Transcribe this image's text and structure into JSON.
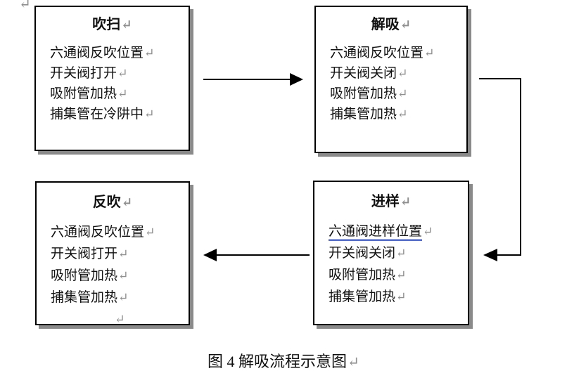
{
  "page": {
    "caption": "图 4 解吸流程示意图",
    "return_mark": "↵"
  },
  "boxes": [
    {
      "id": "purge",
      "title": "吹扫",
      "lines": [
        "六通阀反吹位置",
        "开关阀打开",
        "吸附管加热",
        "捕集管在冷阱中"
      ]
    },
    {
      "id": "desorption",
      "title": "解吸",
      "lines": [
        "六通阀反吹位置",
        "开关阀关闭",
        "吸附管加热",
        "捕集管加热"
      ]
    },
    {
      "id": "backflush",
      "title": "反吹",
      "lines": [
        "六通阀反吹位置",
        "开关阀打开",
        "吸附管加热",
        "捕集管加热"
      ],
      "trailing_empty_line_mark": true
    },
    {
      "id": "injection",
      "title": "进样",
      "lines": [
        "六通阀进样位置",
        "开关阀关闭",
        "吸附管加热",
        "捕集管加热"
      ],
      "underlined_line_index": 0
    }
  ],
  "arrows": [
    {
      "from": "吹扫",
      "to": "解吸",
      "style": "straight-right"
    },
    {
      "from": "解吸",
      "to": "进样",
      "style": "elbow-down-left"
    },
    {
      "from": "进样",
      "to": "反吹",
      "style": "straight-left"
    }
  ],
  "colors": {
    "border": "#000000",
    "text": "#111111",
    "return_mark": "#8f8f8f",
    "shadow": "#8a8a8a",
    "underline": "#3a55bb",
    "background": "#ffffff"
  }
}
